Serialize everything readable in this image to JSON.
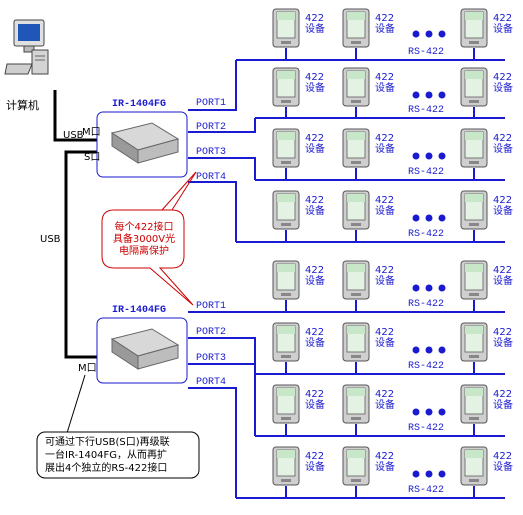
{
  "computer": {
    "label": "计算机",
    "icon": "computer-icon"
  },
  "hub_top": {
    "model": "IR-1404FG",
    "m_port": "M口",
    "s_port": "S口",
    "usb_label": "USB"
  },
  "hub_bottom": {
    "model": "IR-1404FG",
    "m_port": "M口"
  },
  "cascade_label": "USB",
  "ports_top": [
    "PORT1",
    "PORT2",
    "PORT3",
    "PORT4"
  ],
  "ports_bottom": [
    "PORT1",
    "PORT2",
    "PORT3",
    "PORT4"
  ],
  "device_label_line1": "422",
  "device_label_line2": "设备",
  "bus_label": "RS-422",
  "callout": {
    "line1": "每个422接口",
    "line2": "具备3000V光",
    "line3": "电隔离保护"
  },
  "note": {
    "line1": "可通过下行USB(S口)再级联",
    "line2": "一台IR-1404FG，从而再扩",
    "line3": "展出4个独立的RS-422接口"
  },
  "colors": {
    "line": "#1a1ad0",
    "cable": "#000000",
    "callout_border": "#cc0000",
    "note_border": "#000000"
  }
}
